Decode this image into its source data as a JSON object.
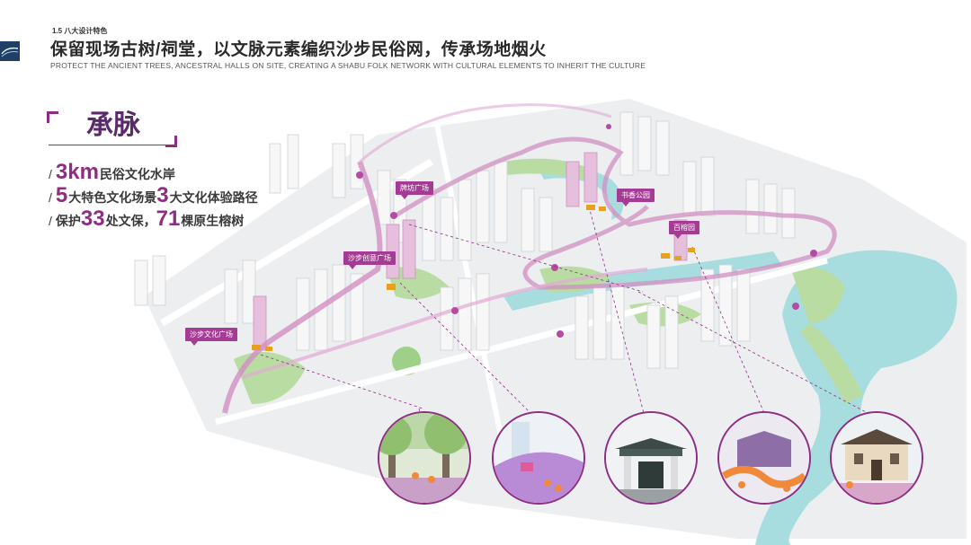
{
  "header": {
    "section": "1.5 八大设计特色",
    "title": "保留现场古树/祠堂，以文脉元素编织沙步民俗网，传承场地烟火",
    "subtitle": "PROTECT THE ANCIENT TREES, ANCESTRAL HALLS ON SITE, CREATING A SHABU FOLK NETWORK WITH CULTURAL ELEMENTS TO INHERIT THE  CULTURE"
  },
  "theme": {
    "heading": "承脉",
    "accent": "#8e2d83"
  },
  "stats": [
    {
      "parts": [
        {
          "big": "3km"
        },
        {
          "text": "民俗文化水岸"
        }
      ]
    },
    {
      "parts": [
        {
          "big": "5"
        },
        {
          "text": "大特色文化场景 "
        },
        {
          "big": "3"
        },
        {
          "text": "大文化体验路径"
        }
      ]
    },
    {
      "parts": [
        {
          "text": "保护"
        },
        {
          "big": "33"
        },
        {
          "text": "处文保，"
        },
        {
          "big": "71"
        },
        {
          "text": "棵原生榕树"
        }
      ]
    }
  ],
  "map_labels": {
    "paifang": "牌坊广场",
    "shubu_chuangyi": "沙步创意广场",
    "shabu_wenhua": "沙步文化广场",
    "shuxiang": "书香公园",
    "baiyuan": "百榕园"
  }
}
